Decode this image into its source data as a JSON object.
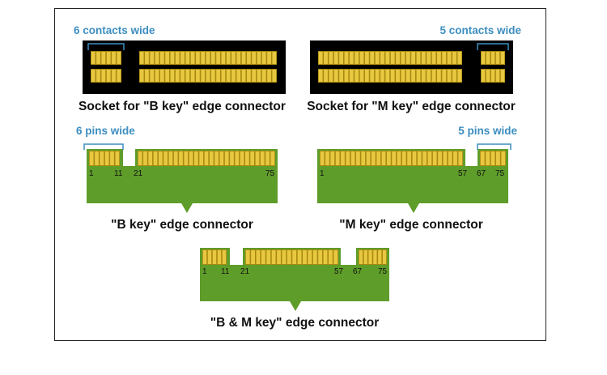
{
  "sockets": {
    "b_key": {
      "caption": "Socket for \"B key\" edge connector",
      "width_label": "6 contacts wide"
    },
    "m_key": {
      "caption": "Socket for \"M key\" edge connector",
      "width_label": "5 contacts wide"
    }
  },
  "connectors": {
    "b_key": {
      "caption": "\"B key\" edge connector",
      "width_label": "6 pins wide",
      "pins": [
        "1",
        "11",
        "21",
        "75"
      ]
    },
    "m_key": {
      "caption": "\"M key\" edge connector",
      "width_label": "5 pins wide",
      "pins": [
        "1",
        "57",
        "67",
        "75"
      ]
    },
    "bm_key": {
      "caption": "\"B & M key\" edge connector",
      "pins": [
        "1",
        "11",
        "21",
        "57",
        "67",
        "75"
      ]
    }
  },
  "colors": {
    "pcb": "#5f9d2a",
    "contact": "#e8c840",
    "contact_edge": "#a88a10",
    "socket": "#000000",
    "annotation": "#3d8ec0"
  }
}
